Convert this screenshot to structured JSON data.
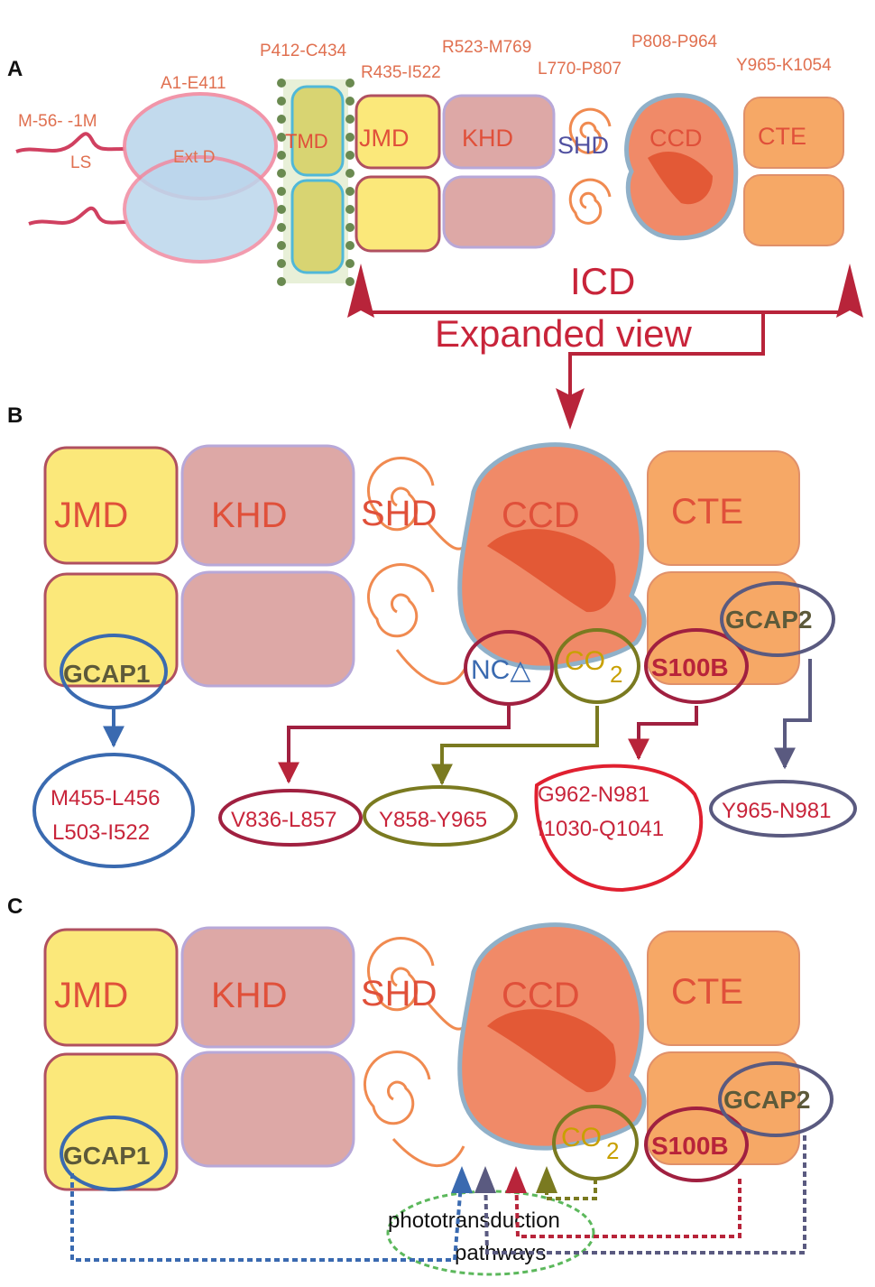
{
  "panels": {
    "a": "A",
    "b": "B",
    "c": "C"
  },
  "panel_a": {
    "ls_range": "M-56- -1M",
    "ls": "LS",
    "extd_range": "A1-E411",
    "extd": "Ext D",
    "tmd_range": "P412-C434",
    "tmd": "TMD",
    "jmd_range": "R435-I522",
    "jmd": "JMD",
    "khd_range": "R523-M769",
    "khd": "KHD",
    "shd_range": "L770-P807",
    "shd": "SHD",
    "ccd_range": "P808-P964",
    "ccd": "CCD",
    "cte_range": "Y965-K1054",
    "cte": "CTE",
    "icd": "ICD",
    "expanded_view": "Expanded view"
  },
  "panel_b": {
    "jmd": "JMD",
    "khd": "KHD",
    "shd": "SHD",
    "ccd": "CCD",
    "cte": "CTE",
    "gcap1": "GCAP1",
    "gcap2": "GCAP2",
    "nc_delta": "NC△",
    "co2": "CO",
    "co2_sub": "2",
    "s100b": "S100B",
    "gcap1_site_1": "M455-L456",
    "gcap1_site_2": "L503-I522",
    "nc_site": "V836-L857",
    "co2_site": "Y858-Y965",
    "s100b_site_1": "G962-N981",
    "s100b_site_2": "I1030-Q1041",
    "gcap2_site": "Y965-N981"
  },
  "panel_c": {
    "jmd": "JMD",
    "khd": "KHD",
    "shd": "SHD",
    "ccd": "CCD",
    "cte": "CTE",
    "gcap1": "GCAP1",
    "gcap2": "GCAP2",
    "co2": "CO",
    "co2_sub": "2",
    "s100b": "S100B",
    "pathways_line1": "phototransduction",
    "pathways_line2": "pathways"
  },
  "colors": {
    "jmd_fill": "#fbe87a",
    "khd_fill": "#dda8a6",
    "ccd_fill": "#f08a68",
    "cte_fill": "#f6a866",
    "extd_fill": "#bcd6ec",
    "gcap1_line": "#3a6ab0",
    "gcap2_line": "#5a5a80",
    "nc_line": "#a02040",
    "co2_line": "#7a7a20",
    "s100b_line": "#a02040",
    "icd_arrow": "#b8243a"
  }
}
